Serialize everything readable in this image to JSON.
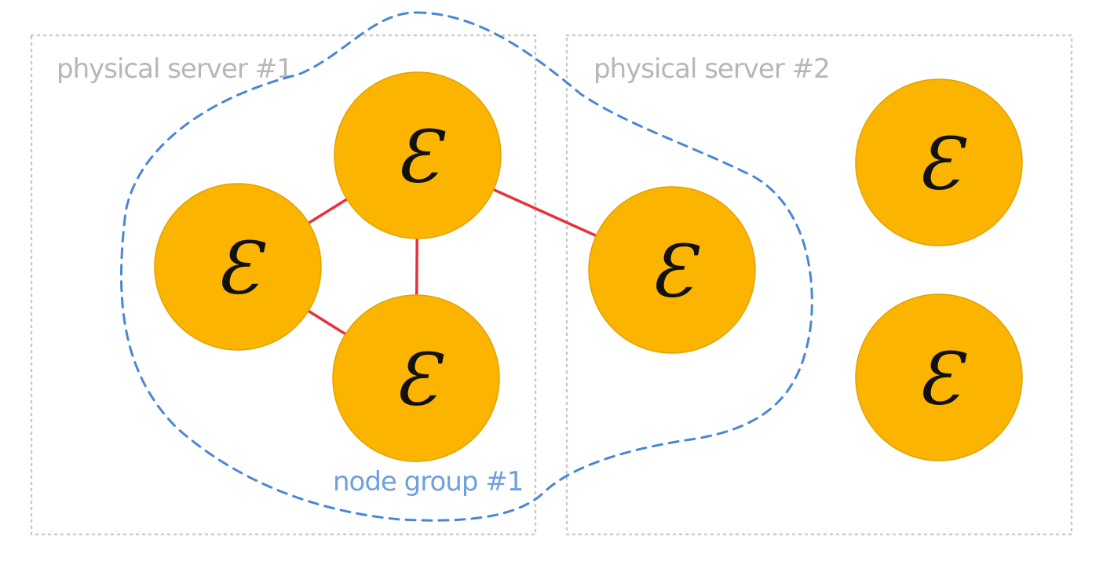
{
  "servers": [
    {
      "label": "physical server #1"
    },
    {
      "label": "physical server #2"
    }
  ],
  "group": {
    "label": "node group #1"
  },
  "node_glyph": "Ɛ",
  "colors": {
    "node_fill": "#fbb400",
    "link": "#e8303c",
    "group_outline": "#4a86d6",
    "server_box": "#c9c9c9"
  }
}
